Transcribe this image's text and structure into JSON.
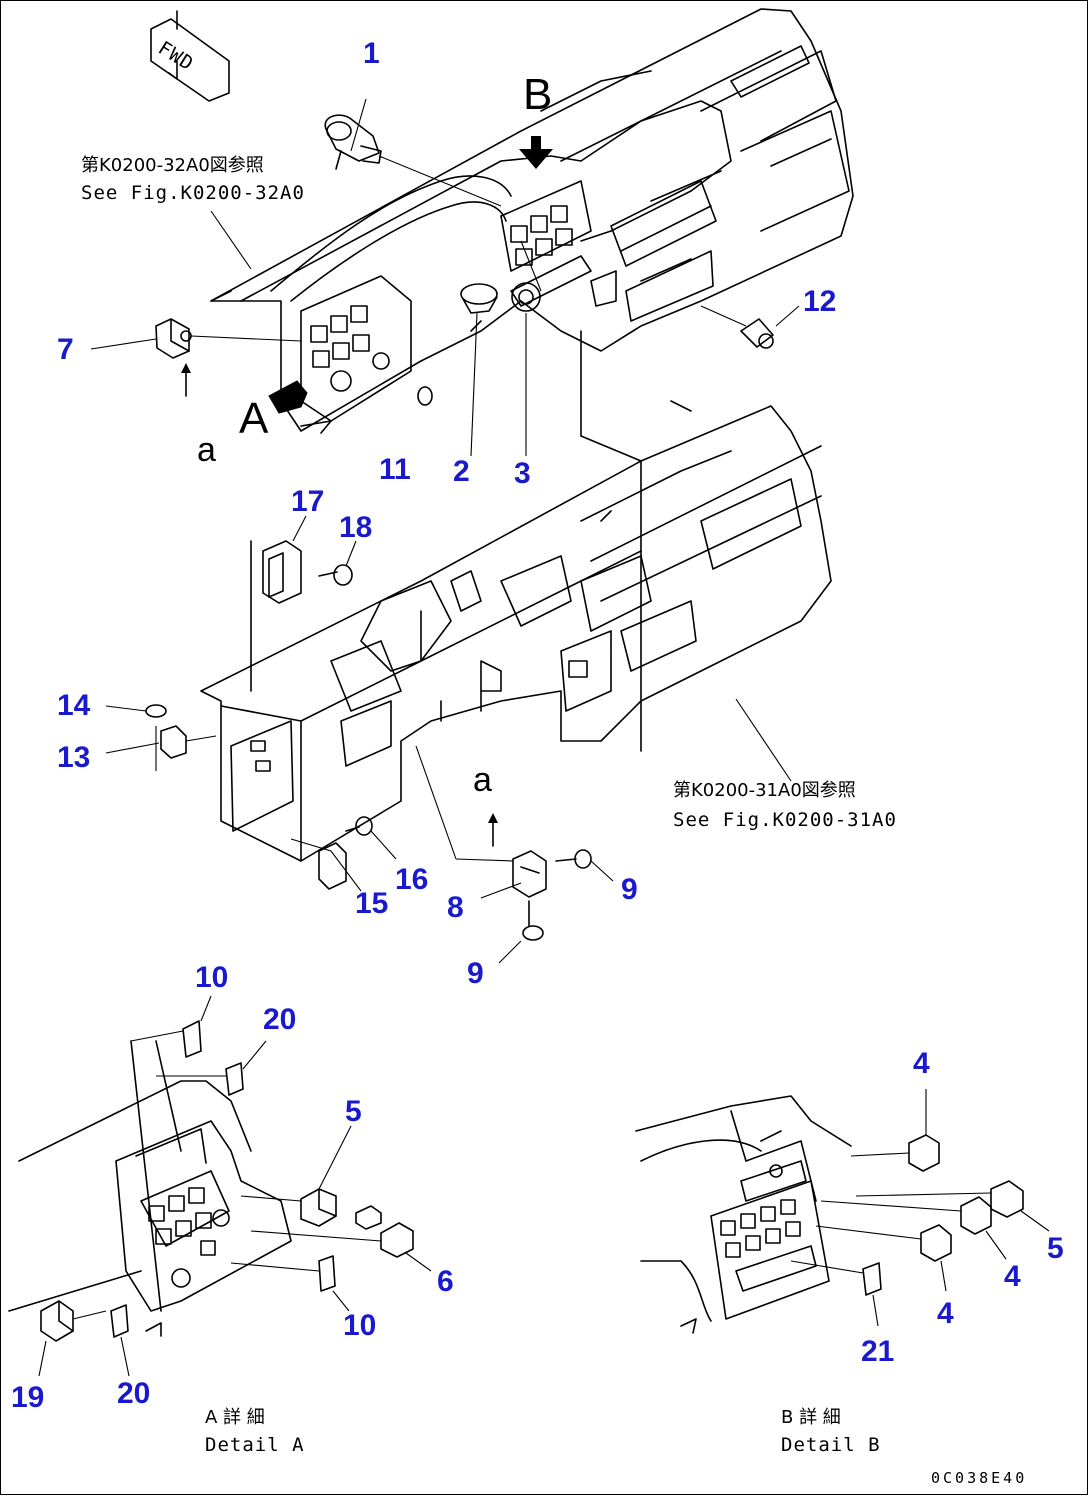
{
  "labels": {
    "fwd": "FWD",
    "view_b": "B",
    "view_a": "A",
    "ref_a": "a"
  },
  "notes": {
    "top_ref_jp": "第K0200-32A0図参照",
    "top_ref_en": "See Fig.K0200-32A0",
    "right_ref_jp": "第K0200-31A0図参照",
    "right_ref_en": "See Fig.K0200-31A0",
    "detail_a_jp": "A 詳 細",
    "detail_a_en": "Detail A",
    "detail_b_jp": "B 詳 細",
    "detail_b_en": "Detail B",
    "drawing_code": "0C038E40"
  },
  "callouts": [
    "1",
    "2",
    "3",
    "4",
    "5",
    "6",
    "7",
    "8",
    "9",
    "10",
    "11",
    "12",
    "13",
    "14",
    "15",
    "16",
    "17",
    "18",
    "19",
    "20",
    "21"
  ],
  "colors": {
    "callout": "#1a1acc",
    "line": "#000000"
  }
}
